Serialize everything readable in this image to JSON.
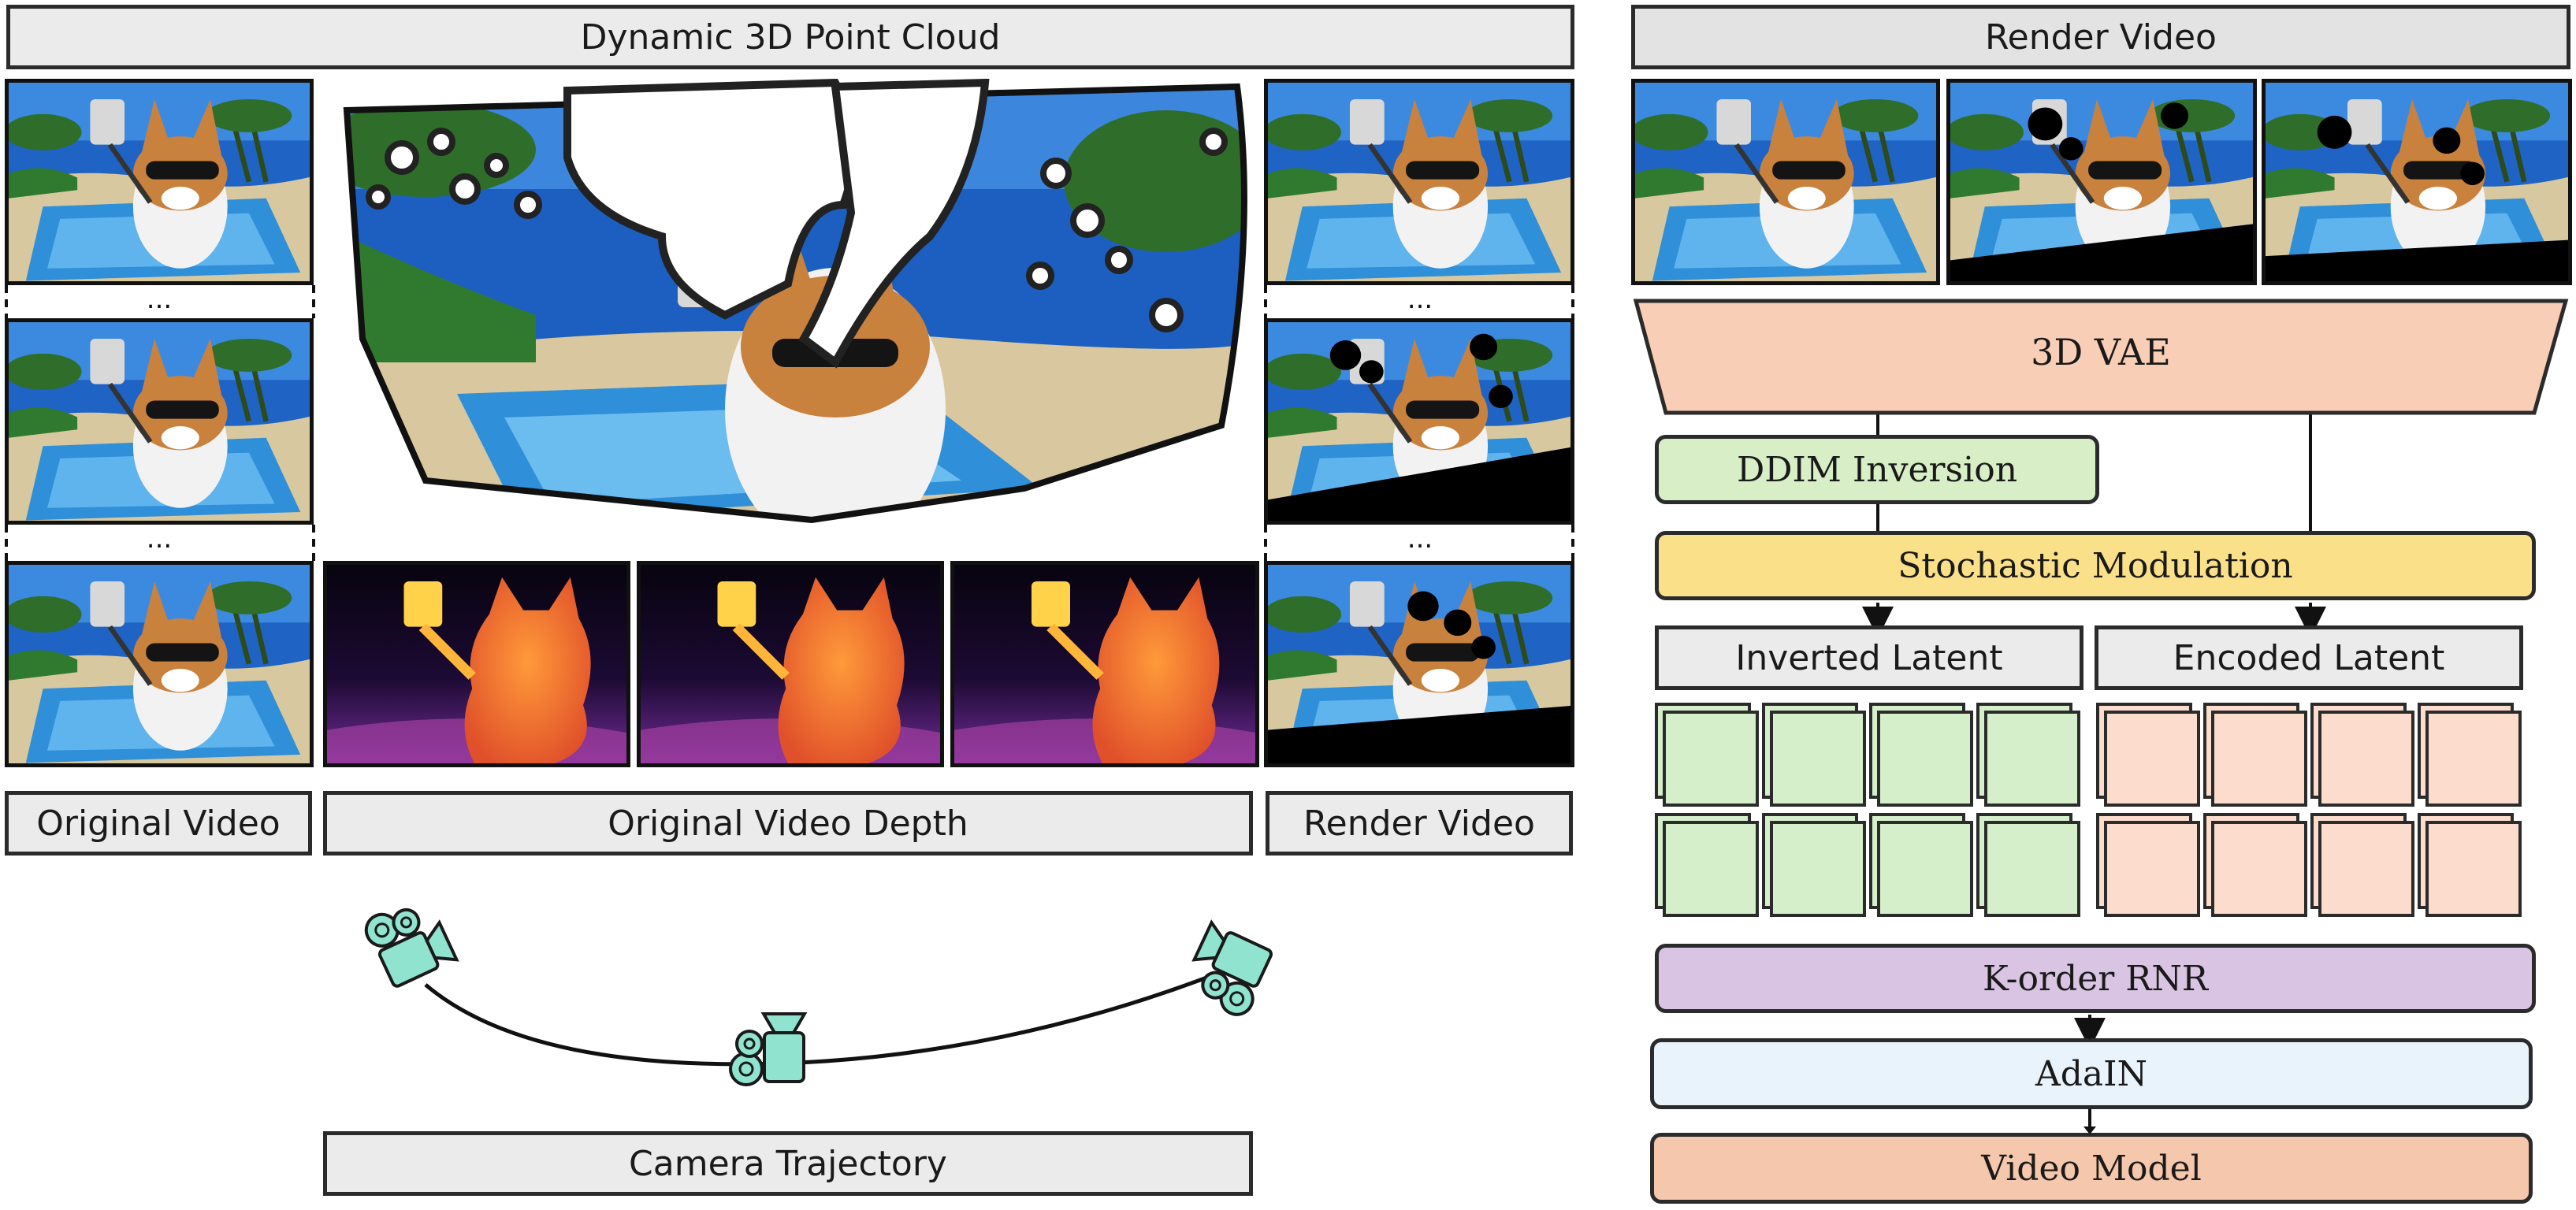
{
  "left": {
    "title": "Dynamic 3D Point Cloud",
    "labels": {
      "original_video": "Original Video",
      "original_depth": "Original Video Depth",
      "render_video": "Render Video",
      "camera_trajectory": "Camera Trajectory"
    },
    "ellipsis": "..."
  },
  "right": {
    "title": "Render Video",
    "vae": "3D VAE",
    "ddim": "DDIM Inversion",
    "stochastic": "Stochastic Modulation",
    "inverted_latent": "Inverted Latent",
    "encoded_latent": "Encoded Latent",
    "korder": "K-order RNR",
    "adain": "AdaIN",
    "video_model": "Video Model"
  },
  "colors": {
    "vae": "#f8cfb6",
    "ddim": "#d7eec7",
    "stochastic": "#fbe08a",
    "korder": "#d9c4e3",
    "adain": "#e9f3fb",
    "video_model": "#f5c7ac",
    "latent_green": "#d6efcb",
    "latent_pink": "#fbdccd",
    "camera": "#8fe3cf"
  },
  "icons": [
    "camera-icon"
  ]
}
